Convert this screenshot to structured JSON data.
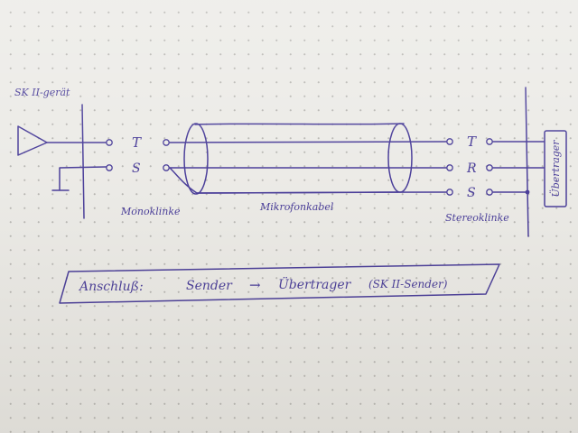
{
  "labels": {
    "device": "SK II-gerät",
    "mono_jack": "Monoklinke",
    "cable": "Mikrofonkabel",
    "stereo_jack": "Stereoklinke",
    "receiver": "Übertrager"
  },
  "mono_pins": [
    "T",
    "S"
  ],
  "stereo_pins": [
    "T",
    "R",
    "S"
  ],
  "caption": {
    "prefix": "Anschluß:",
    "from": "Sender",
    "arrow": "→",
    "to": "Übertrager",
    "note": "(SK II-Sender)"
  },
  "colors": {
    "ink": "#4b3f9a",
    "paper": "#ecebe7"
  }
}
